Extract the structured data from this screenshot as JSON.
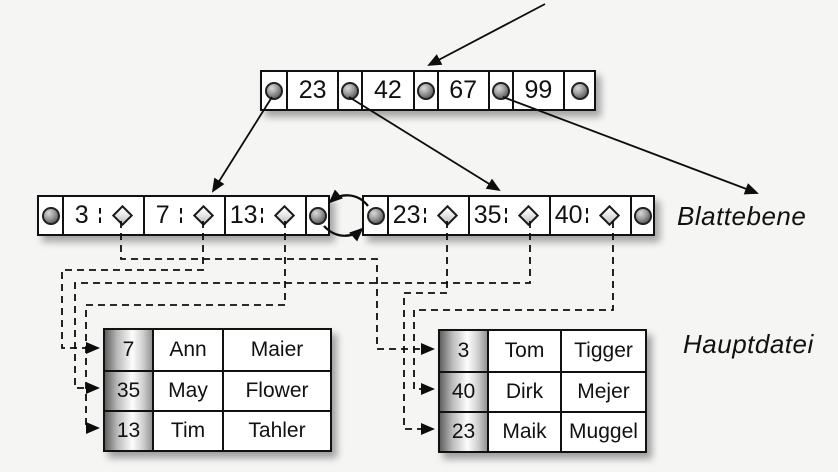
{
  "labels": {
    "leaf_level": "Blattebene",
    "main_file": "Hauptdatei"
  },
  "root_node": {
    "keys": [
      "23",
      "42",
      "67",
      "99"
    ]
  },
  "leaf_nodes": {
    "left": {
      "keys": [
        "3",
        "7",
        "13"
      ]
    },
    "right": {
      "keys": [
        "23",
        "35",
        "40"
      ]
    }
  },
  "tables": {
    "left": {
      "rows": [
        {
          "key": "7",
          "first_name": "Ann",
          "last_name": "Maier"
        },
        {
          "key": "35",
          "first_name": "May",
          "last_name": "Flower"
        },
        {
          "key": "13",
          "first_name": "Tim",
          "last_name": "Tahler"
        }
      ]
    },
    "right": {
      "rows": [
        {
          "key": "3",
          "first_name": "Tom",
          "last_name": "Tigger"
        },
        {
          "key": "40",
          "first_name": "Dirk",
          "last_name": "Mejer"
        },
        {
          "key": "23",
          "first_name": "Maik",
          "last_name": "Muggel"
        }
      ]
    }
  },
  "icons": {
    "page_pointer": "ball-icon",
    "record_pointer": "diamond-icon",
    "sibling_link": "curved-double-arrow-icon"
  },
  "colors": {
    "background": "#f5f5f4",
    "ink": "#111111",
    "box_fill": "#ffffff",
    "key_column_gradient": [
      "#616161",
      "#fdfdfd",
      "#959595"
    ]
  }
}
